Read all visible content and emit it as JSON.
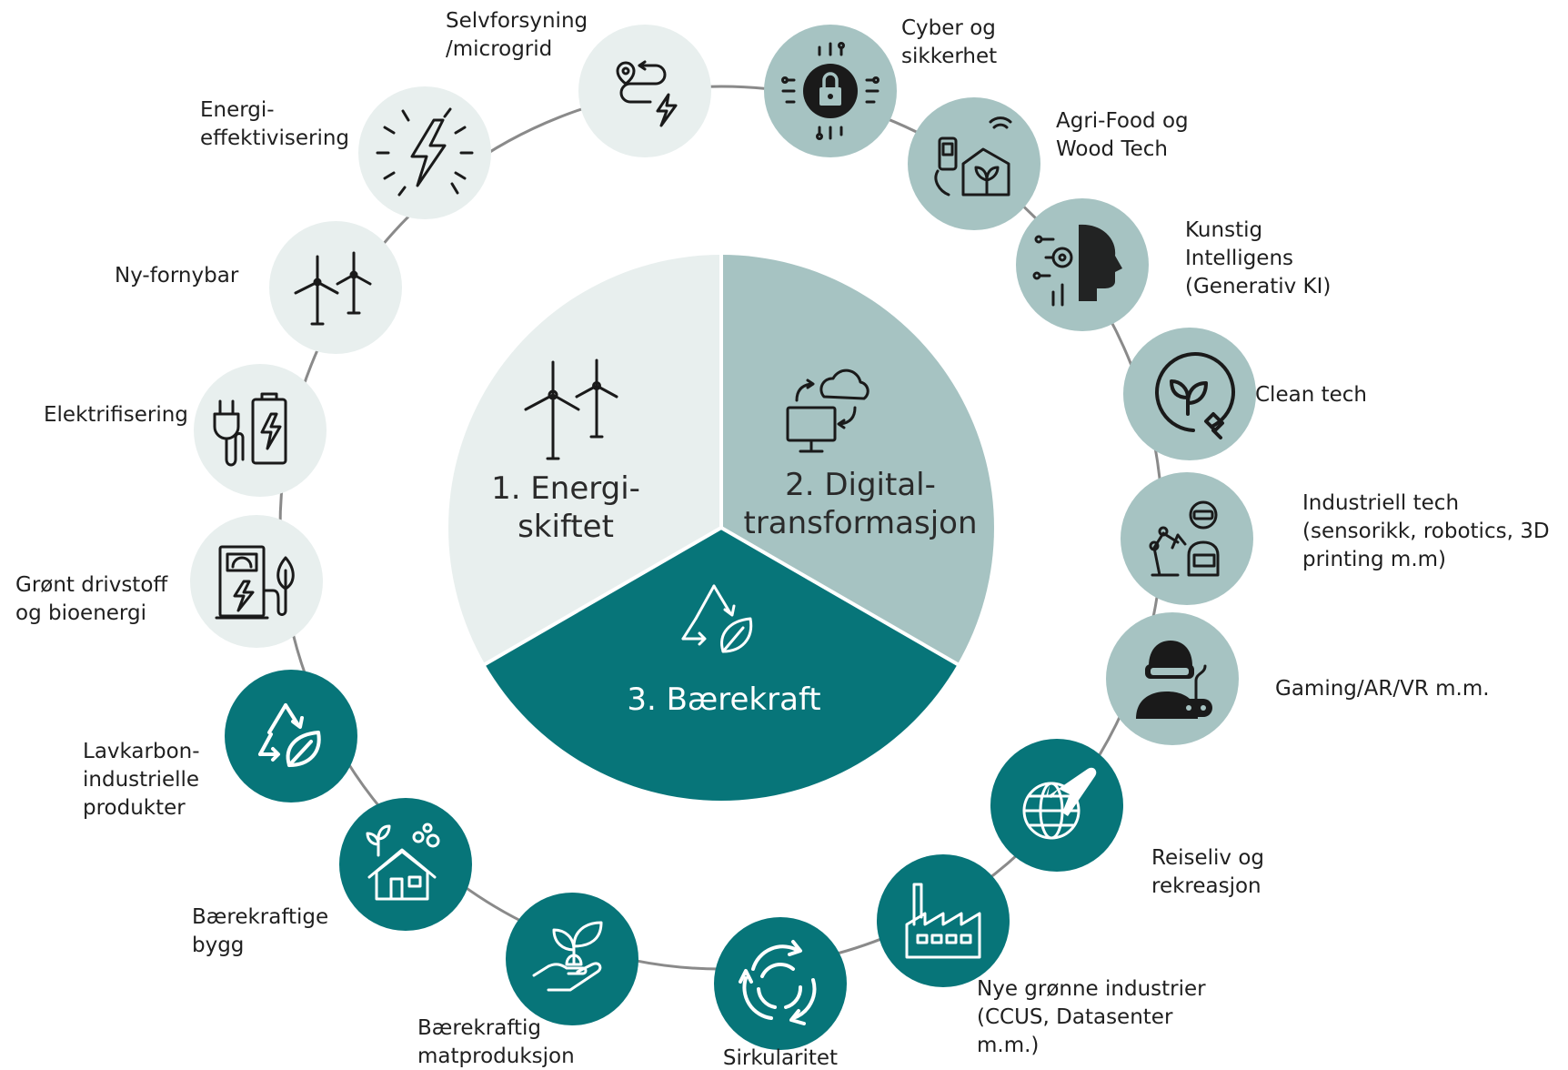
{
  "colors": {
    "pale": "#e8efee",
    "mid": "#a6c3c2",
    "teal": "#077579",
    "ring": "#8a8a8a"
  },
  "center": {
    "segment_1": {
      "line1": "1. Energi-",
      "line2": "skiftet",
      "icon": "wind-turbines-icon"
    },
    "segment_2": {
      "line1": "2. Digital-",
      "line2": "transformasjon",
      "icon": "cloud-computer-icon"
    },
    "segment_3": {
      "line1": "3. Bærekraft",
      "icon": "recycle-leaf-icon"
    }
  },
  "nodes": [
    {
      "id": "selvforsyning",
      "lines": [
        "Selvforsyning",
        "/microgrid"
      ],
      "icon": "route-bolt-icon",
      "category": "energi"
    },
    {
      "id": "cyber",
      "lines": [
        "Cyber og",
        "sikkerhet"
      ],
      "icon": "chip-lock-icon",
      "category": "digital"
    },
    {
      "id": "agrifood",
      "lines": [
        "Agri-Food og",
        "Wood Tech"
      ],
      "icon": "smart-greenhouse-icon",
      "category": "digital"
    },
    {
      "id": "ki",
      "lines": [
        "Kunstig",
        "Intelligens",
        "(Generativ KI)"
      ],
      "icon": "ai-head-icon",
      "category": "digital"
    },
    {
      "id": "cleantech",
      "lines": [
        "Clean tech"
      ],
      "icon": "sprout-plug-icon",
      "category": "digital"
    },
    {
      "id": "industriell",
      "lines": [
        "Industriell tech",
        "(sensorikk, robotics, 3D",
        "printing m.m)"
      ],
      "icon": "robot-arm-icon",
      "category": "digital"
    },
    {
      "id": "gaming",
      "lines": [
        "Gaming/AR/VR m.m."
      ],
      "icon": "vr-gamer-icon",
      "category": "digital"
    },
    {
      "id": "reiseliv",
      "lines": [
        "Reiseliv og",
        "rekreasjon"
      ],
      "icon": "globe-plane-icon",
      "category": "baerekraft"
    },
    {
      "id": "nyegronne",
      "lines": [
        "Nye grønne industrier",
        "(CCUS, Datasenter",
        "m.m.)"
      ],
      "icon": "factory-icon",
      "category": "baerekraft"
    },
    {
      "id": "sirkularitet",
      "lines": [
        "Sirkularitet"
      ],
      "icon": "circular-arrows-icon",
      "category": "baerekraft"
    },
    {
      "id": "matproduksjon",
      "lines": [
        "Bærekraftig",
        "matproduksjon"
      ],
      "icon": "hand-plant-icon",
      "category": "baerekraft"
    },
    {
      "id": "bygg",
      "lines": [
        "Bærekraftige",
        "bygg"
      ],
      "icon": "eco-house-icon",
      "category": "baerekraft"
    },
    {
      "id": "lavkarbon",
      "lines": [
        "Lavkarbon-",
        "industrielle",
        "produkter"
      ],
      "icon": "recycle-leaf-icon",
      "category": "baerekraft"
    },
    {
      "id": "drivstoff",
      "lines": [
        "Grønt drivstoff",
        "og bioenergi"
      ],
      "icon": "charging-station-icon",
      "category": "energi"
    },
    {
      "id": "elektrifisering",
      "lines": [
        "Elektrifisering"
      ],
      "icon": "plug-battery-icon",
      "category": "energi"
    },
    {
      "id": "nyfornybar",
      "lines": [
        "Ny-fornybar"
      ],
      "icon": "wind-turbines-icon",
      "category": "energi"
    },
    {
      "id": "energieffektivisering",
      "lines": [
        "Energi-",
        "effektivisering"
      ],
      "icon": "lightning-burst-icon",
      "category": "energi"
    }
  ]
}
